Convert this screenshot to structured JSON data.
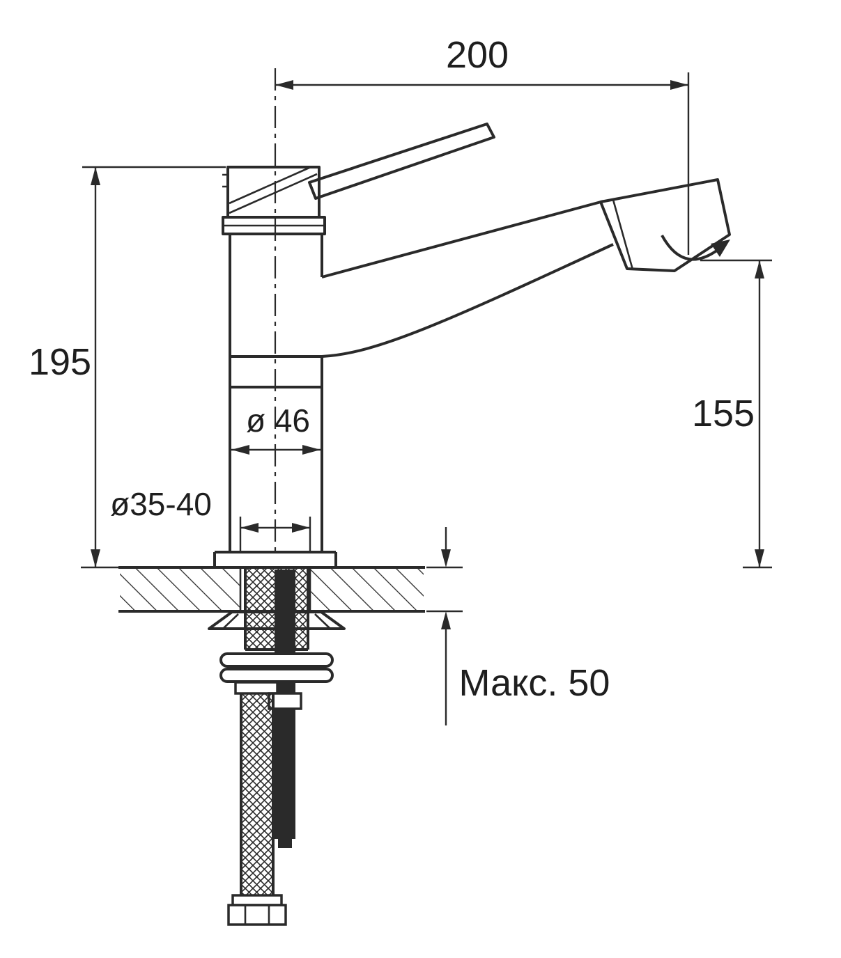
{
  "diagram": {
    "labels": {
      "spout_reach": "200",
      "total_height": "195",
      "spout_height": "155",
      "body_diameter": "ø 46",
      "mount_hole_diameter": "ø35-40",
      "max_counter_thickness": "Макс. 50"
    },
    "colors": {
      "line": "#2a2a2a",
      "background": "#ffffff"
    }
  }
}
